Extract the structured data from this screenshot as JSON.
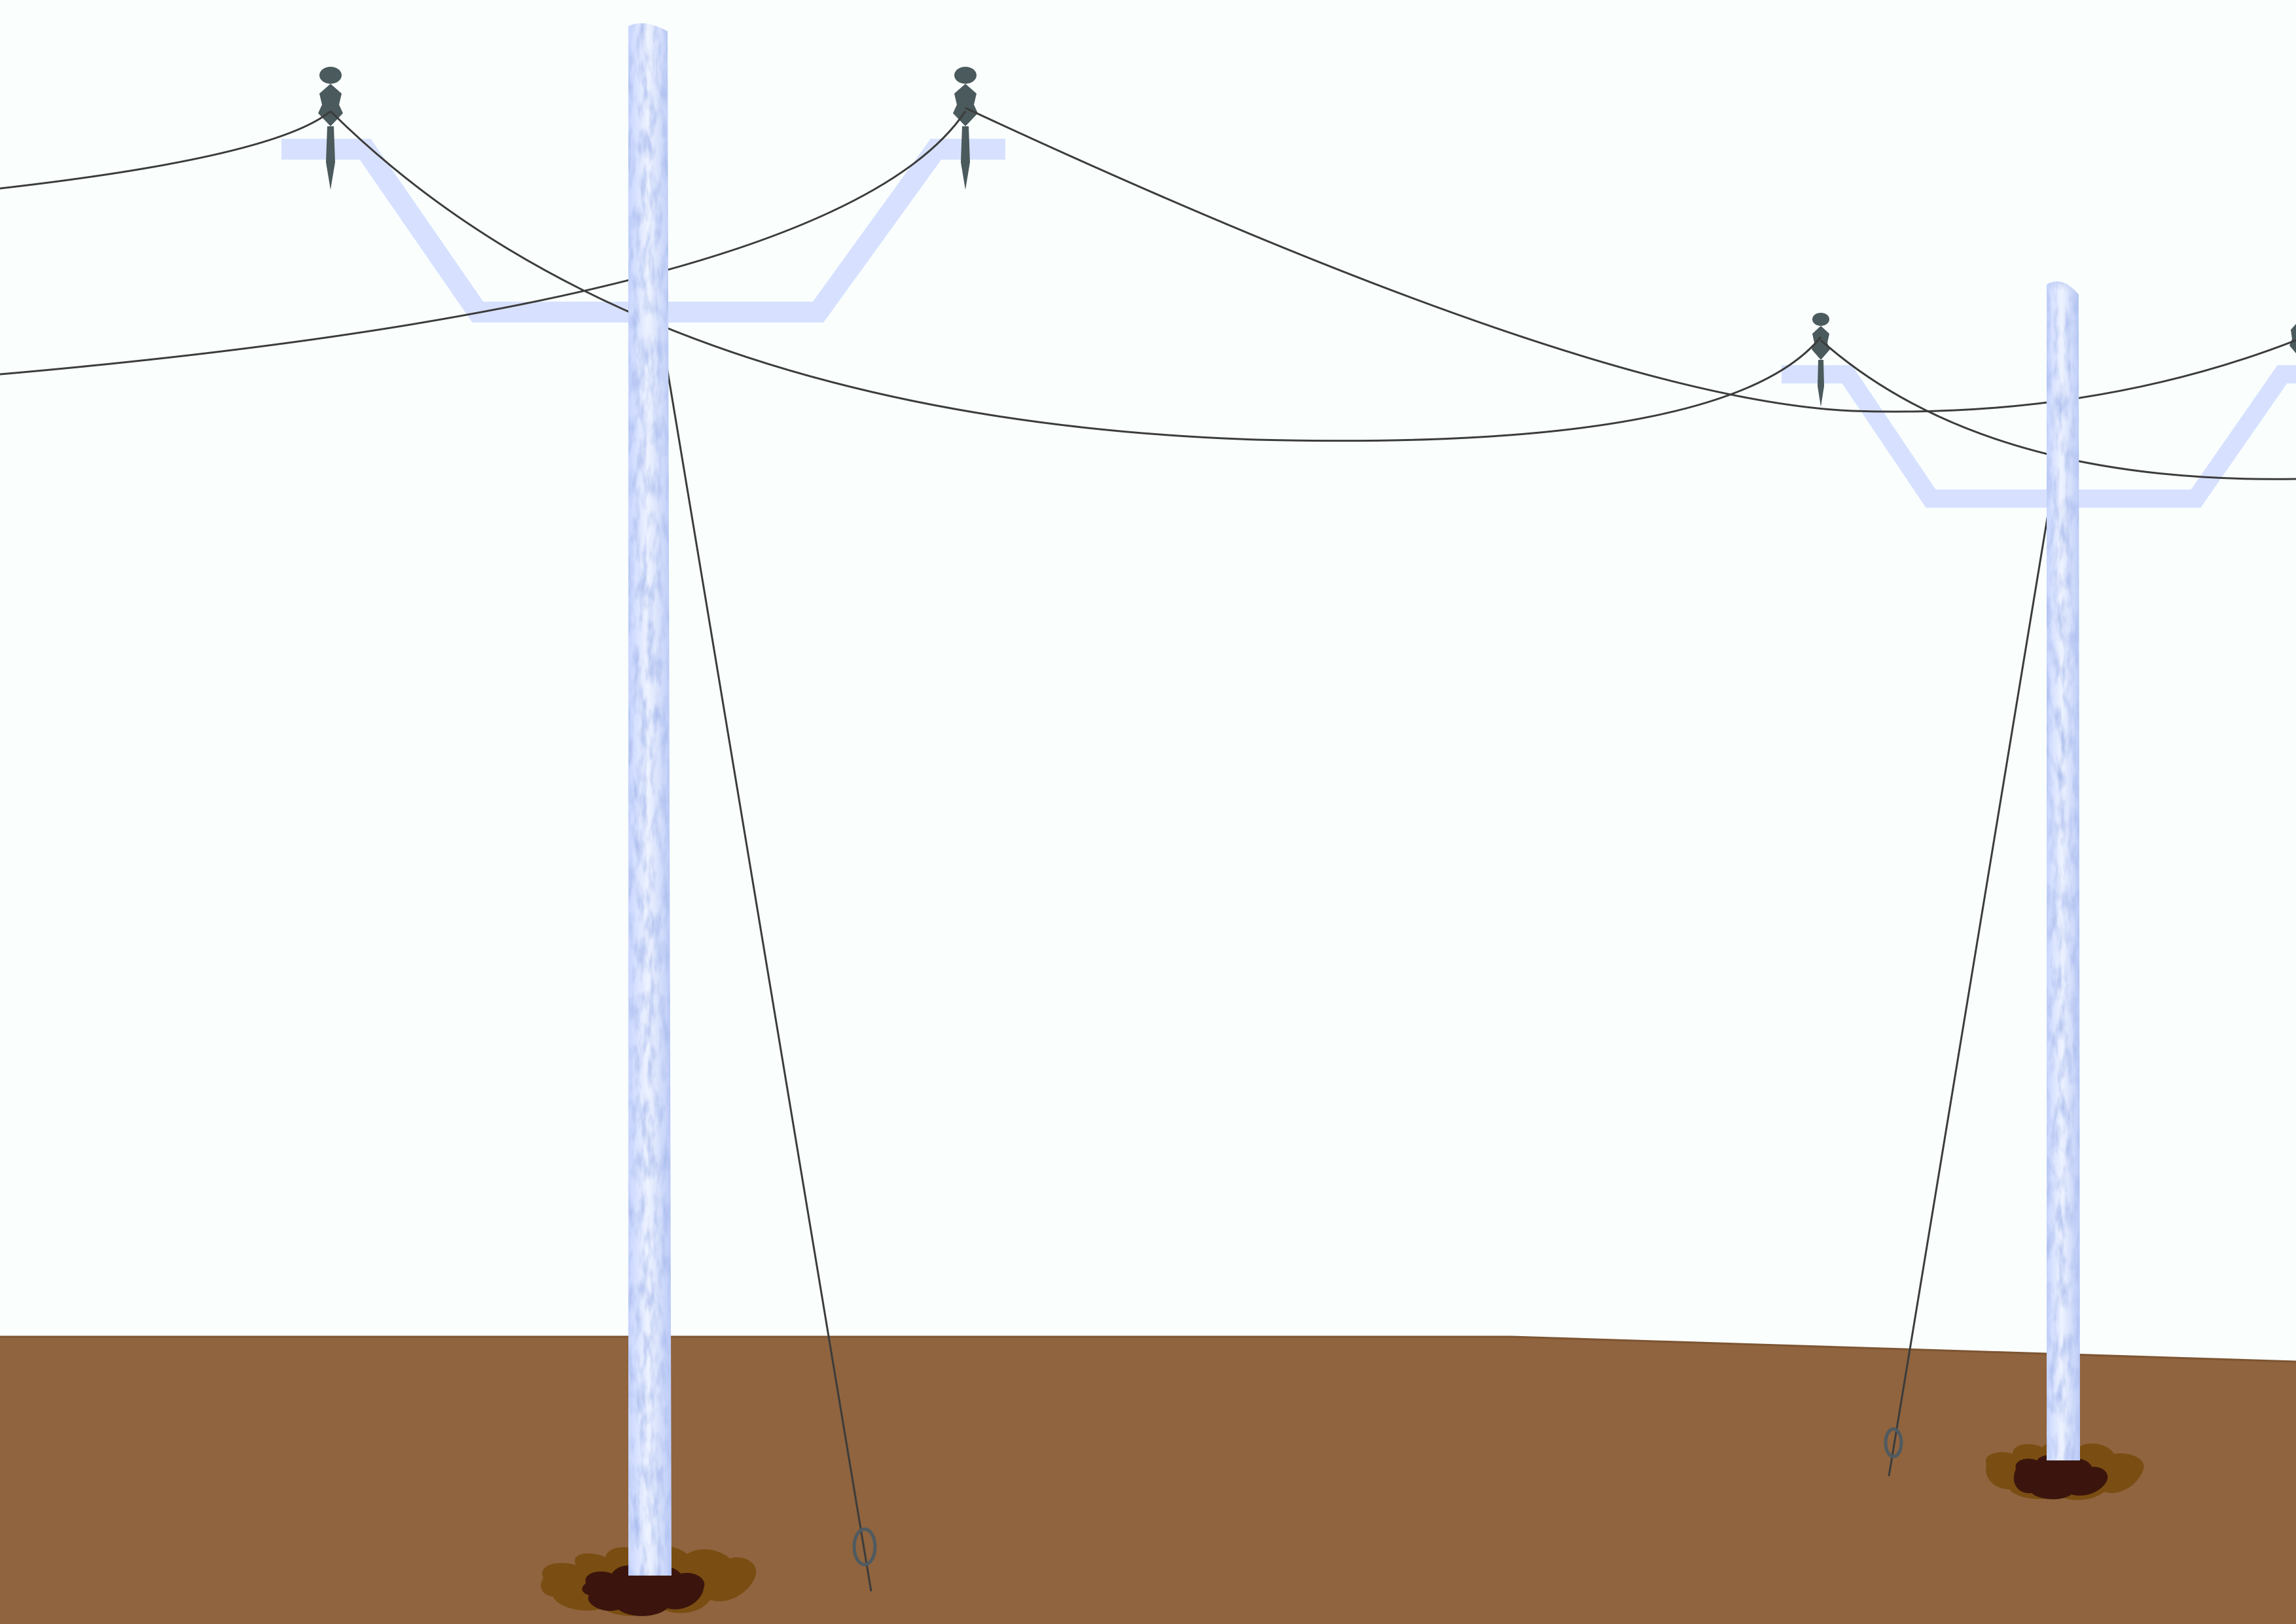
{
  "scene": {
    "colors": {
      "sky": "#fafffe",
      "ground": "#8f643e",
      "ground_edge": "#7d5533",
      "pole": "#dbe6ff",
      "pole_texture": "#7c92da",
      "crossarm": "#d7e1ff",
      "insulator": "#4b5a5c",
      "wire": "#3c3c3c",
      "dirt_light": "#7a4d12",
      "dirt_dark": "#3b150d",
      "anchor": "#4f5a60"
    },
    "objects": [
      {
        "name": "utility-pole-left",
        "icon": "utility-pole-icon"
      },
      {
        "name": "utility-pole-right",
        "icon": "utility-pole-icon"
      },
      {
        "name": "overhead-wires",
        "icon": "power-line-icon"
      },
      {
        "name": "guy-wires",
        "icon": "guy-wire-icon"
      },
      {
        "name": "ground",
        "icon": "ground-icon"
      }
    ]
  }
}
